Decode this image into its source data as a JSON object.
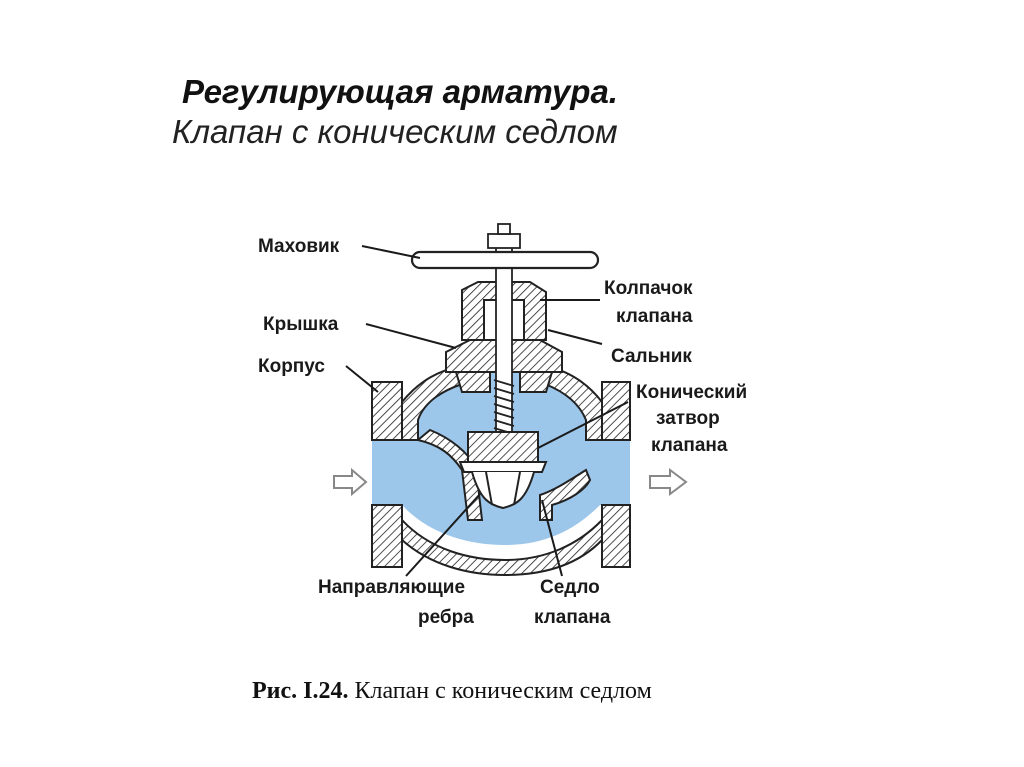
{
  "title": {
    "line1": "Регулирующая арматура.",
    "line2": "Клапан с коническим седлом"
  },
  "labels": {
    "handwheel": "Маховик",
    "cap_line1": "Колпачок",
    "cap_line2": "клапана",
    "cover": "Крышка",
    "gland": "Сальник",
    "body": "Корпус",
    "plug_line1": "Конический",
    "plug_line2": "затвор",
    "plug_line3": "клапана",
    "ribs_line1": "Направляющие",
    "ribs_line2": "ребра",
    "seat_line1": "Седло",
    "seat_line2": "клапана"
  },
  "caption": {
    "figure": "Рис. I.24.",
    "text": " Клапан с коническим седлом"
  },
  "colors": {
    "fluid": "#9cc6ea",
    "metal_hatch": "#222222"
  }
}
